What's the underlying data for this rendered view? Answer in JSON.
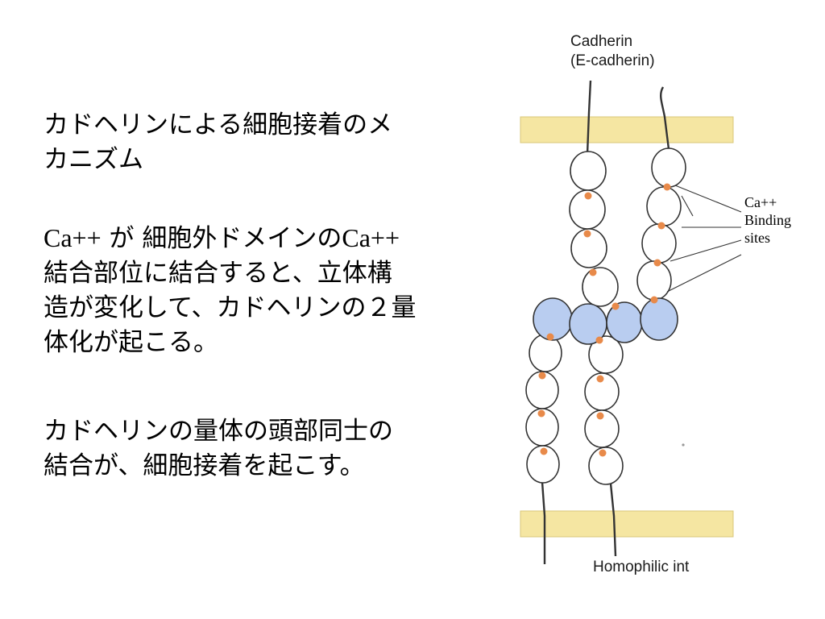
{
  "slide": {
    "heading_lines": [
      "カドヘリンによる細胞接着のメ",
      "カニズム"
    ],
    "paragraph2": {
      "line1_ca": "Ca++",
      "line1_mid": " が 細胞外ドメインの",
      "line1_ca2": "Ca++",
      "lines": [
        "結合部位に結合すると、立体構",
        "造が変化して、カドヘリンの２量",
        "体化が起こる。"
      ]
    },
    "paragraph3_lines": [
      "カドヘリンの量体の頭部同士の",
      "結合が、細胞接着を起こす。"
    ]
  },
  "figure": {
    "cadherin_label_lines": [
      "Cadherin",
      "(E-cadherin)"
    ],
    "ca_label_lines": [
      "Ca++",
      "Binding",
      "sites"
    ],
    "bottom_label": "Homophilic int",
    "colors": {
      "membrane": "#f5e6a2",
      "membrane_edge": "#d9c77a",
      "domain_fill": "#ffffff",
      "domain_stroke": "#333333",
      "head_fill": "#b9cdf0",
      "binding_site": "#e88a4a"
    }
  }
}
